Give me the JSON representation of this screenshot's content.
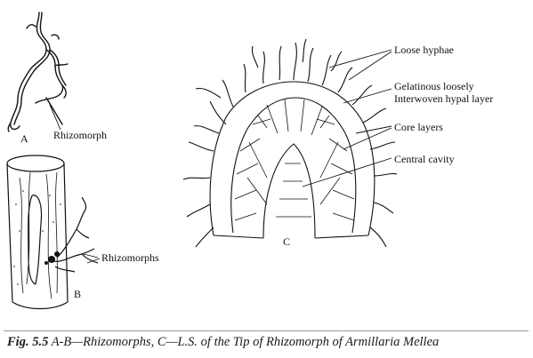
{
  "labels": {
    "a": "A",
    "b": "B",
    "c": "C",
    "rhizomorph": "Rhizomorph",
    "rhizomorphs": "Rhizomorphs",
    "loose_hyphae": "Loose hyphae",
    "gelatinous_line1": "Gelatinous loosely",
    "gelatinous_line2": "Interwoven hypal layer",
    "core_layers": "Core layers",
    "central_cavity": "Central cavity"
  },
  "caption": {
    "number": "Fig. 5.5",
    "text": "A-B—Rhizomorphs, C—L.S. of the Tip of Rhizomorph of Armillaria Mellea"
  },
  "colors": {
    "ink": "#111111",
    "rule": "#9a9a9a"
  }
}
